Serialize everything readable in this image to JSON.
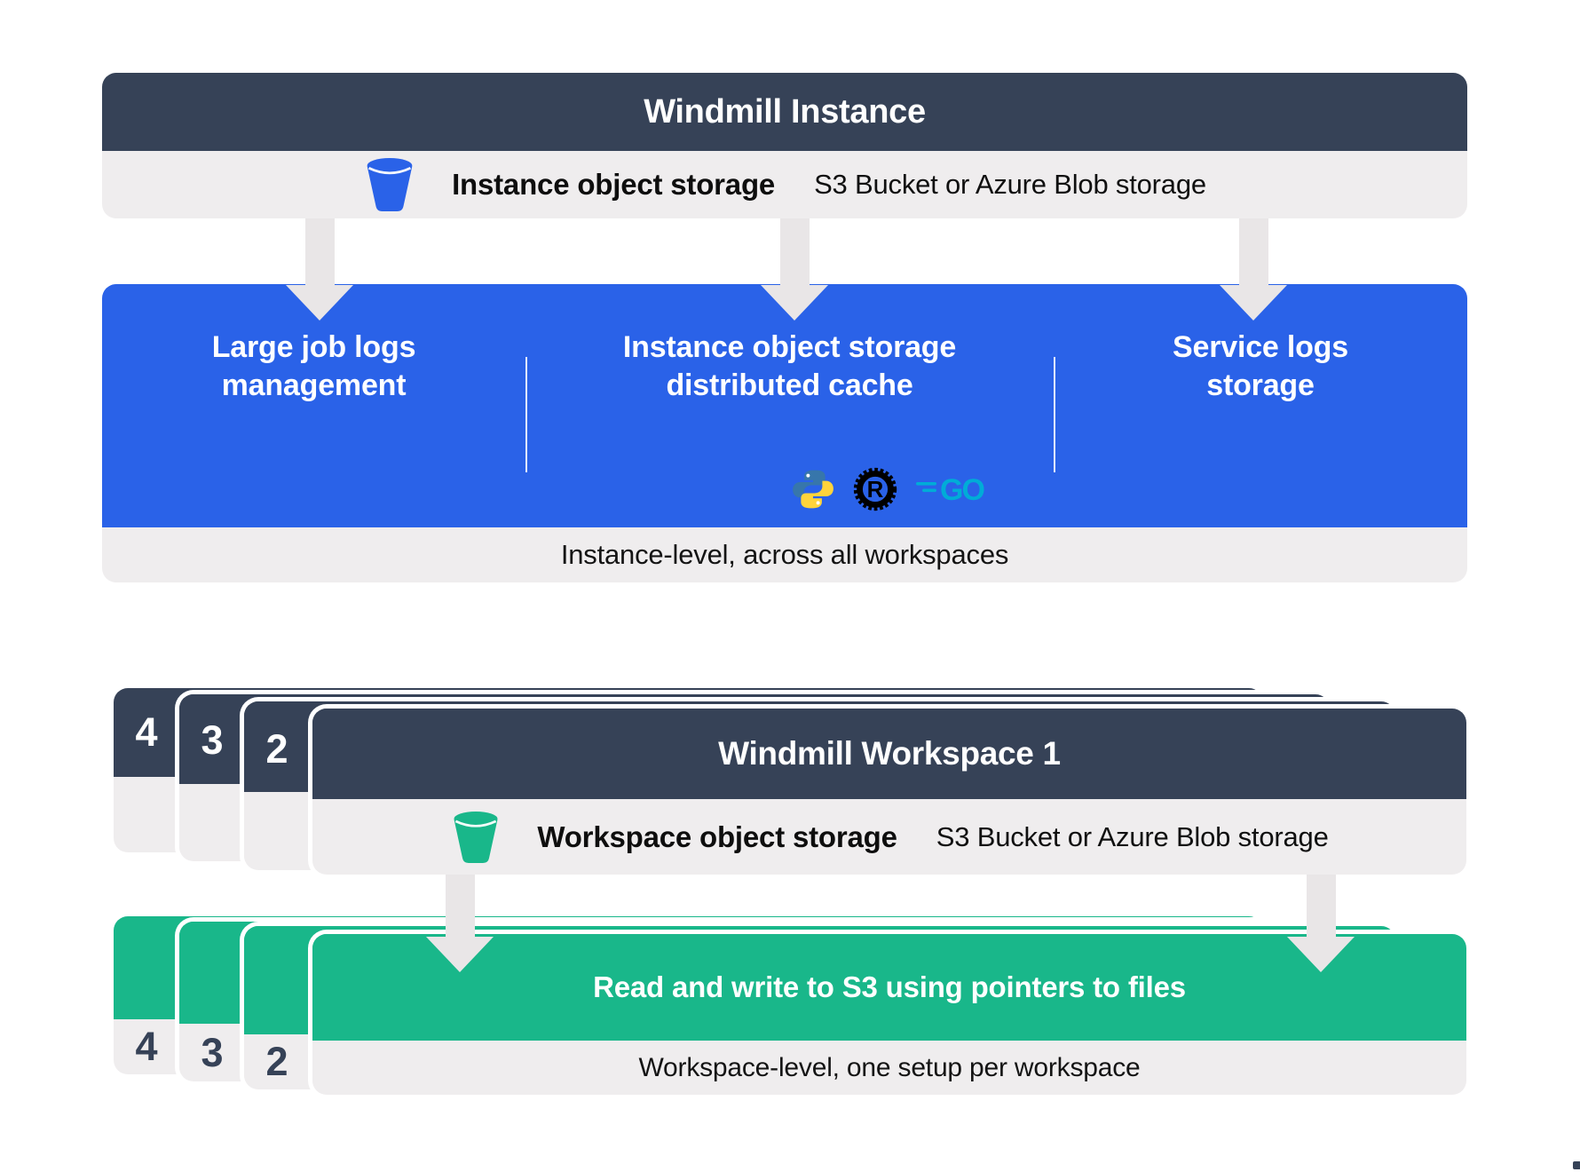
{
  "instance": {
    "title": "Windmill Instance",
    "storage_label": "Instance object storage",
    "storage_provider": "S3 Bucket or Azure Blob storage",
    "features": [
      {
        "line1": "Large job logs",
        "line2": "management"
      },
      {
        "line1": "Instance object storage",
        "line2": "distributed cache"
      },
      {
        "line1": "Service logs",
        "line2": "storage"
      }
    ],
    "caption": "Instance-level, across all workspaces"
  },
  "workspace": {
    "title": "Windmill Workspace 1",
    "stack_numbers": [
      "4",
      "3",
      "2"
    ],
    "storage_label": "Workspace object storage",
    "storage_provider": "S3 Bucket or Azure Blob storage",
    "action": "Read and write to S3 using pointers to files",
    "caption": "Workspace-level, one setup per workspace"
  },
  "icons": {
    "instance_bucket": "bucket-icon-blue",
    "workspace_bucket": "bucket-icon-green",
    "languages": [
      "python",
      "rust",
      "go"
    ],
    "rust_letter": "R",
    "go_label": "GO"
  },
  "colors": {
    "slate": "#364257",
    "blue": "#2a62e8",
    "green": "#19b78a",
    "bar_gray": "#efedee",
    "arrow_gray": "#e9e6e7",
    "python_blue": "#3776ab",
    "python_yellow": "#ffd43b",
    "rust_black": "#000000",
    "go_cyan": "#00acd7"
  }
}
